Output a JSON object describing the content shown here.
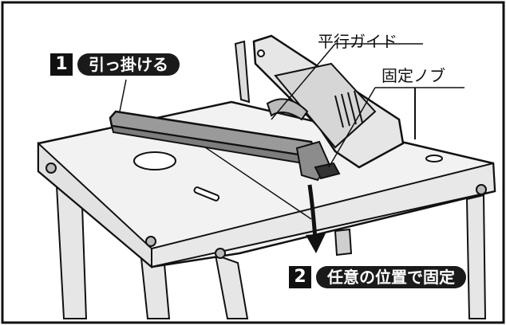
{
  "labels": {
    "parallel_guide": "平行ガイド",
    "fixing_knob": "固定ノブ"
  },
  "steps": [
    {
      "number": "1",
      "text": "引っ掛ける"
    },
    {
      "number": "2",
      "text": "任意の位置で固定"
    }
  ],
  "colors": {
    "ink": "#111111",
    "table_fill": "#f0f0f0",
    "rail_fill": "#9a9a9a",
    "fence_fill": "#dcdcdc",
    "background": "#ffffff"
  }
}
